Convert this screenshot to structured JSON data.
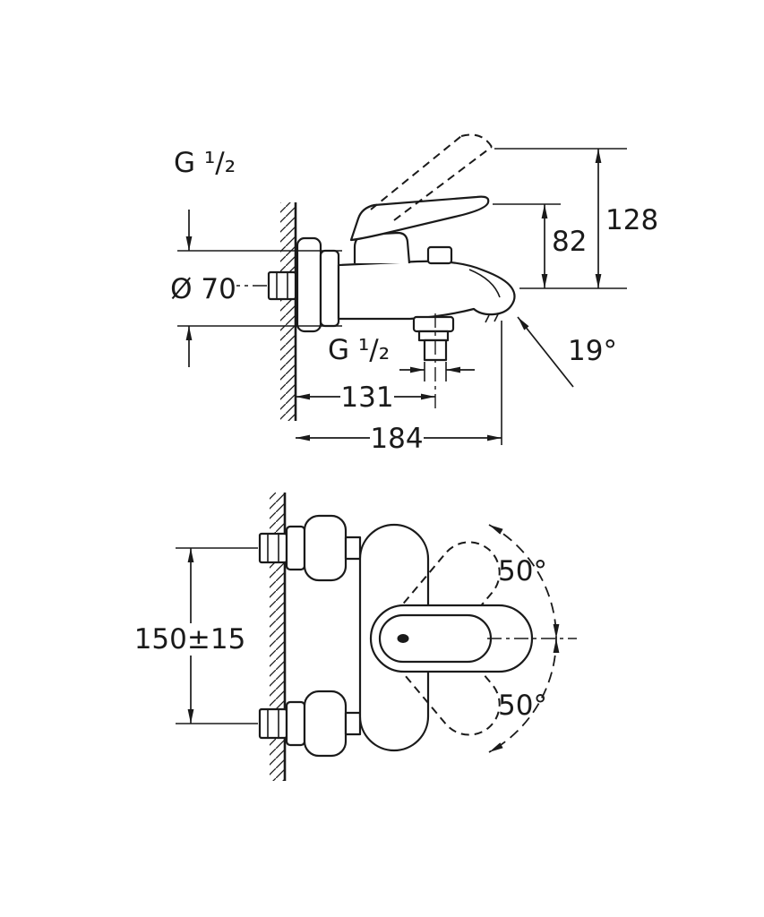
{
  "page": {
    "title": "Wall-mounted bath mixer faucet installation drawing"
  },
  "colors": {
    "ink": "#1a1a1a",
    "background": "#ffffff"
  },
  "side_view": {
    "thread_label_top": "G ¹/₂",
    "flange_diameter": "Ø 70",
    "dim_total_height": "128",
    "dim_handle_height": "82",
    "spout_angle": "19°",
    "shower_outlet_thread": "G ¹/₂",
    "dim_spout_to_wall": "131",
    "dim_total_depth": "184"
  },
  "front_view": {
    "dim_hole_spacing": "150±15",
    "swing_angle_up": "50°",
    "swing_angle_down": "50°"
  }
}
